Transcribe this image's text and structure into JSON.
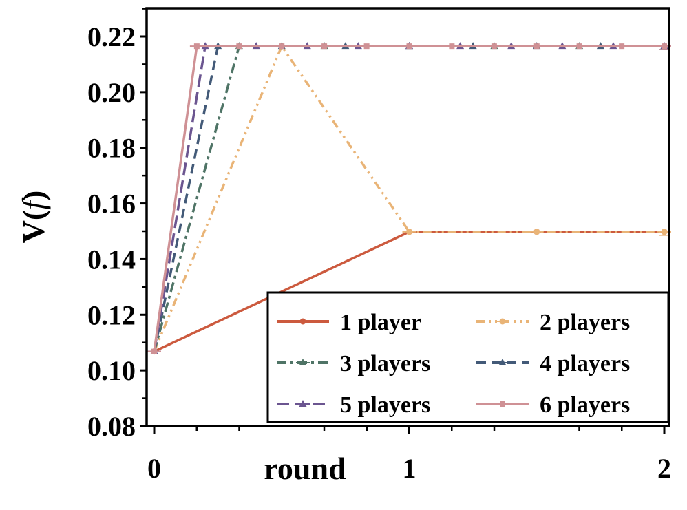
{
  "chart_data": {
    "type": "line",
    "xlabel": "round",
    "ylabel": "V(f)",
    "ylabel_main": "V(",
    "ylabel_italic": "f",
    "ylabel_close": ")",
    "xlim": [
      0,
      2
    ],
    "ylim": [
      0.08,
      0.23
    ],
    "x_ticks": [
      0,
      1,
      2
    ],
    "x_tick_labels": [
      "0",
      "1",
      "2"
    ],
    "y_ticks": [
      0.08,
      0.1,
      0.12,
      0.14,
      0.16,
      0.18,
      0.2,
      0.22
    ],
    "y_tick_labels": [
      "0.08",
      "0.10",
      "0.12",
      "0.14",
      "0.16",
      "0.18",
      "0.20",
      "0.22"
    ],
    "grid": false,
    "legend_position": "bottom-right",
    "series": [
      {
        "name": "1 player",
        "color": "#cc5a3e",
        "dash": "solid",
        "marker": "circle",
        "x": [
          0,
          1,
          1.5,
          2
        ],
        "y": [
          0.1068,
          0.1498,
          0.1498,
          0.1498
        ]
      },
      {
        "name": "2 players",
        "color": "#e9b477",
        "dash": "dashdotdot",
        "marker": "circle",
        "x": [
          0,
          0.5,
          1,
          1.5,
          2
        ],
        "y": [
          0.1068,
          0.2165,
          0.1498,
          0.1498,
          0.1498
        ]
      },
      {
        "name": "3 players",
        "color": "#4f7466",
        "dash": "dashdot",
        "marker": "triangle",
        "x": [
          0,
          0.333,
          0.667,
          1,
          1.333,
          1.667,
          2
        ],
        "y": [
          0.1068,
          0.2165,
          0.2165,
          0.2165,
          0.2165,
          0.2165,
          0.2165
        ]
      },
      {
        "name": "4 players",
        "color": "#435a78",
        "dash": "dash",
        "marker": "triangle",
        "x": [
          0,
          0.25,
          0.5,
          0.75,
          1,
          1.25,
          1.5,
          1.75,
          2
        ],
        "y": [
          0.1068,
          0.2165,
          0.2165,
          0.2165,
          0.2165,
          0.2165,
          0.2165,
          0.2165,
          0.2165
        ]
      },
      {
        "name": "5 players",
        "color": "#6b5590",
        "dash": "longdash",
        "marker": "triangle",
        "x": [
          0,
          0.2,
          0.4,
          0.6,
          0.8,
          1,
          1.2,
          1.4,
          1.6,
          1.8,
          2
        ],
        "y": [
          0.1068,
          0.2165,
          0.2165,
          0.2165,
          0.2165,
          0.2165,
          0.2165,
          0.2165,
          0.2165,
          0.2165,
          0.2165
        ]
      },
      {
        "name": "6 players",
        "color": "#cf9195",
        "dash": "solid",
        "marker": "square",
        "x": [
          0,
          0.167,
          0.333,
          0.5,
          0.667,
          0.833,
          1,
          1.167,
          1.333,
          1.5,
          1.667,
          1.833,
          2
        ],
        "y": [
          0.1068,
          0.2165,
          0.2165,
          0.2165,
          0.2165,
          0.2165,
          0.2165,
          0.2165,
          0.2165,
          0.2165,
          0.2165,
          0.2165,
          0.2165
        ]
      }
    ]
  }
}
